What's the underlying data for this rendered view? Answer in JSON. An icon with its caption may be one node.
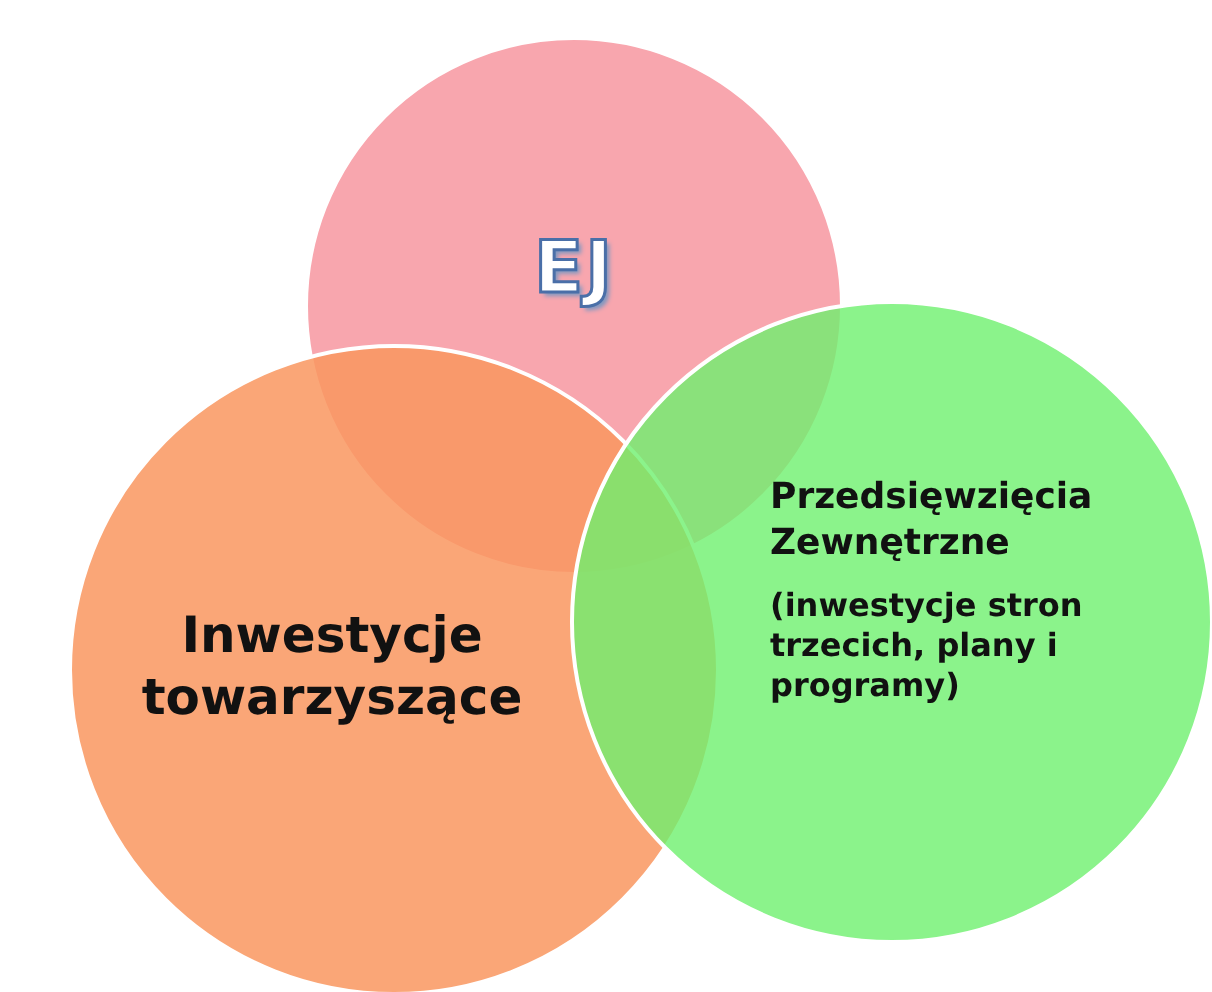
{
  "diagram": {
    "nodes": [
      {
        "text": [
          "EJ"
        ]
      },
      {
        "text": [
          "Inwestycje towarzyszące"
        ]
      },
      {
        "text": [
          "Przedsięwzięcia Zewnętrzne",
          "(inwestycje stron trzecich, plany i programy)"
        ]
      }
    ]
  }
}
